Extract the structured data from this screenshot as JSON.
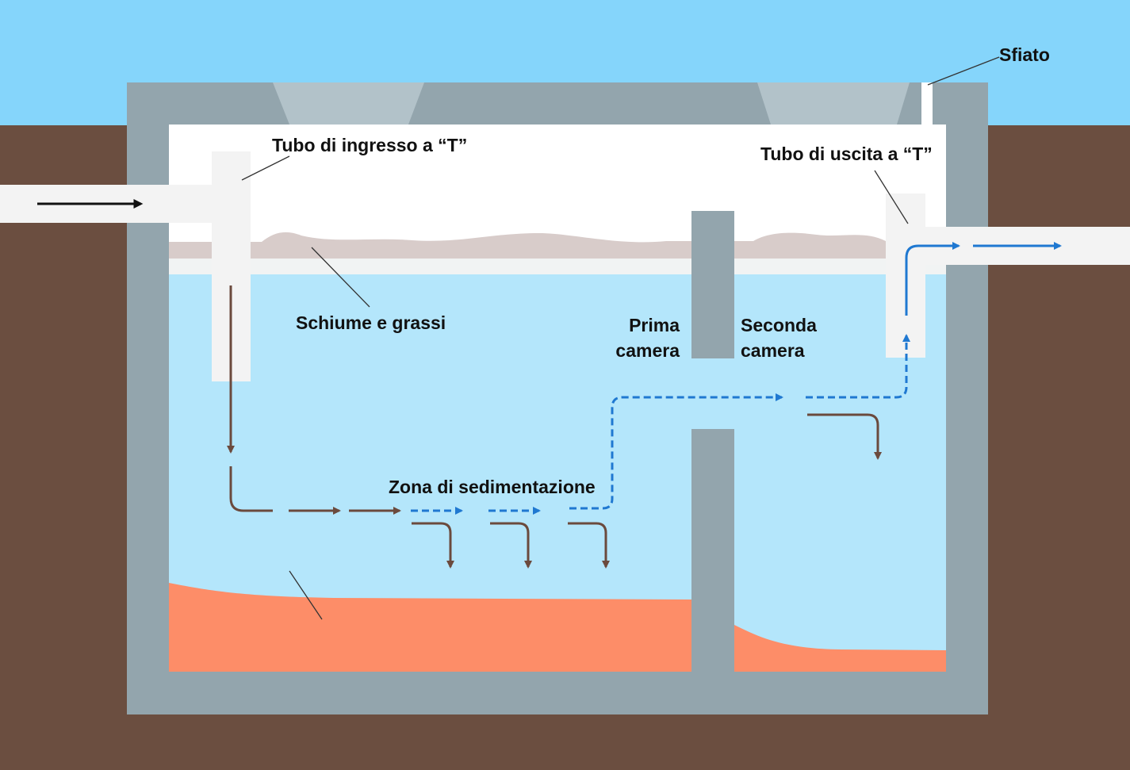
{
  "labels": {
    "vent": "Sfiato",
    "inlet_pipe": "Tubo di ingresso a “T”",
    "outlet_pipe": "Tubo di uscita a “T”",
    "scum": "Schiume e grassi",
    "first_chamber_line1": "Prima",
    "first_chamber_line2": "camera",
    "second_chamber_line1": "Seconda",
    "second_chamber_line2": "camera",
    "settling_zone": "Zona di sedimentazione"
  },
  "colors": {
    "sky": "#85d5fb",
    "soil": "#6b4e40",
    "concrete": "#93a5ad",
    "access_cover": "#b2c2c9",
    "air_space": "#ffffff",
    "water": "#b4e6fb",
    "scum_layer": "#d8ccca",
    "sludge": "#fd8d68",
    "pipe": "#f3f3f3",
    "solids_arrow": "#6b4a3d",
    "effluent_arrow": "#1f78d1",
    "inflow_arrow": "#111111",
    "leader_line": "#333333"
  },
  "icons": {
    "inflow": "arrow-right-icon",
    "solids_flow": "brown-arrow-icon",
    "effluent_flow": "blue-dashed-arrow-icon"
  }
}
